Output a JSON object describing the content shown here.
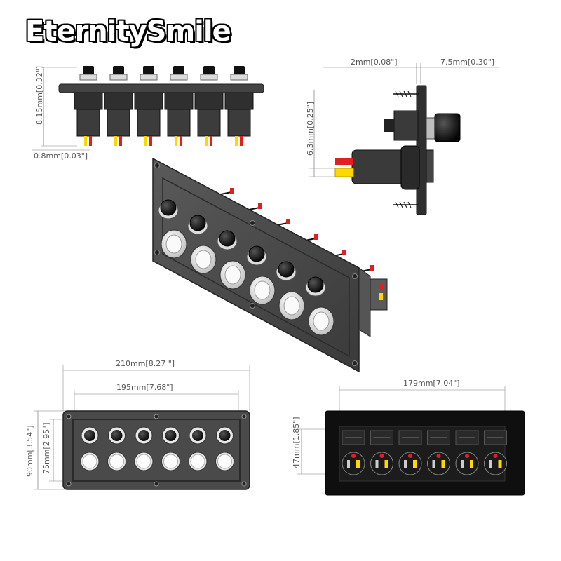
{
  "brand": {
    "name": "EternitySmile"
  },
  "dimensions": {
    "front_depth": "8.15mm[0.32\"]",
    "front_pin": "0.8mm[0.03\"]",
    "side_thickness": "2mm[0.08\"]",
    "side_button": "7.5mm[0.30\"]",
    "side_socket": "6.3mm[0.25\"]",
    "panel_outer_width": "210mm[8.27 \"]",
    "panel_inner_width": "195mm[7.68\"]",
    "panel_outer_height": "90mm[3.54\"]",
    "panel_inner_height": "75mm[2.95\"]",
    "back_width": "179mm[7.04\"]",
    "back_height": "47mm[1.85\"]"
  },
  "colors": {
    "panel": "#4a4a4a",
    "panel_dark": "#2b2b2b",
    "button": "#111111",
    "bezel": "#e8e8e8",
    "wire_red": "#e02020",
    "wire_yellow": "#ffd800",
    "back_panel": "#111111"
  },
  "layout": {
    "switch_count": 6
  }
}
